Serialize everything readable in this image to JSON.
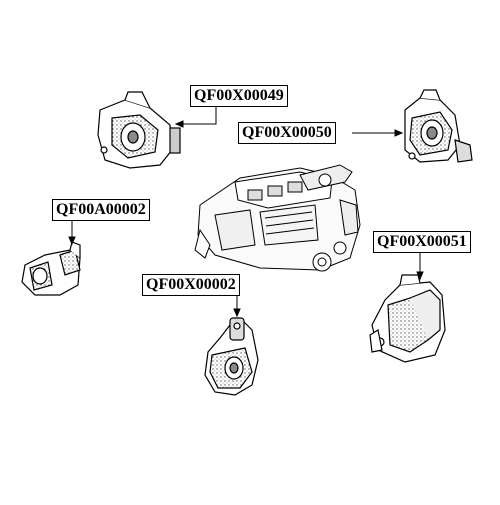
{
  "parts": [
    {
      "id": "p49",
      "code": "QF00X00049"
    },
    {
      "id": "p50",
      "code": "QF00X00050"
    },
    {
      "id": "pa02",
      "code": "QF00A00002"
    },
    {
      "id": "p51",
      "code": "QF00X00051"
    },
    {
      "id": "p02",
      "code": "QF00X00002"
    }
  ],
  "colors": {
    "line": "#000000",
    "fill": "#ffffff",
    "shade": "#8a8a8a"
  }
}
